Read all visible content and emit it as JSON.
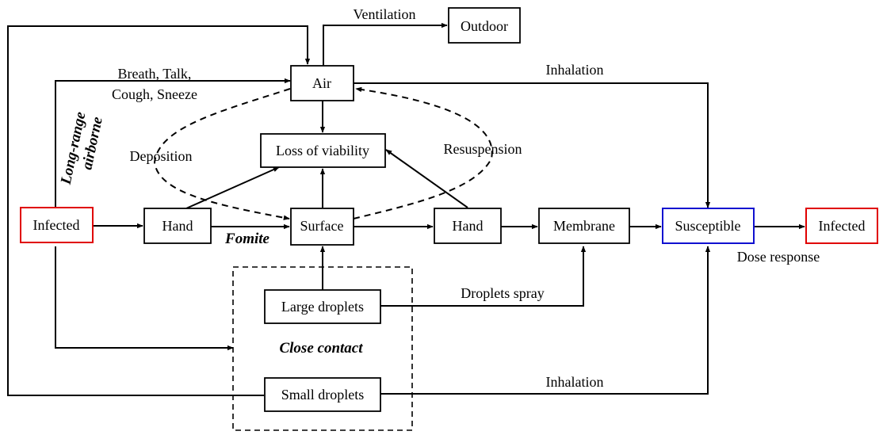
{
  "nodes": {
    "outdoor": "Outdoor",
    "air": "Air",
    "loss_of_viability": "Loss of viability",
    "infected_source": "Infected",
    "hand_left": "Hand",
    "surface": "Surface",
    "hand_right": "Hand",
    "membrane": "Membrane",
    "susceptible": "Susceptible",
    "infected_target": "Infected",
    "large_droplets": "Large droplets",
    "small_droplets": "Small droplets"
  },
  "edge_labels": {
    "ventilation": "Ventilation",
    "breath_line1": "Breath, Talk,",
    "breath_line2": "Cough, Sneeze",
    "inhalation_top": "Inhalation",
    "deposition": "Deposition",
    "resuspension": "Resuspension",
    "droplets_spray": "Droplets spray",
    "dose_response": "Dose response",
    "inhalation_bottom": "Inhalation"
  },
  "route_labels": {
    "long_range_line1": "Long-range",
    "long_range_line2": "airborne",
    "fomite": "Fomite",
    "close_contact": "Close contact"
  },
  "colors": {
    "infected_border": "#e00000",
    "susceptible_border": "#1010d0"
  }
}
